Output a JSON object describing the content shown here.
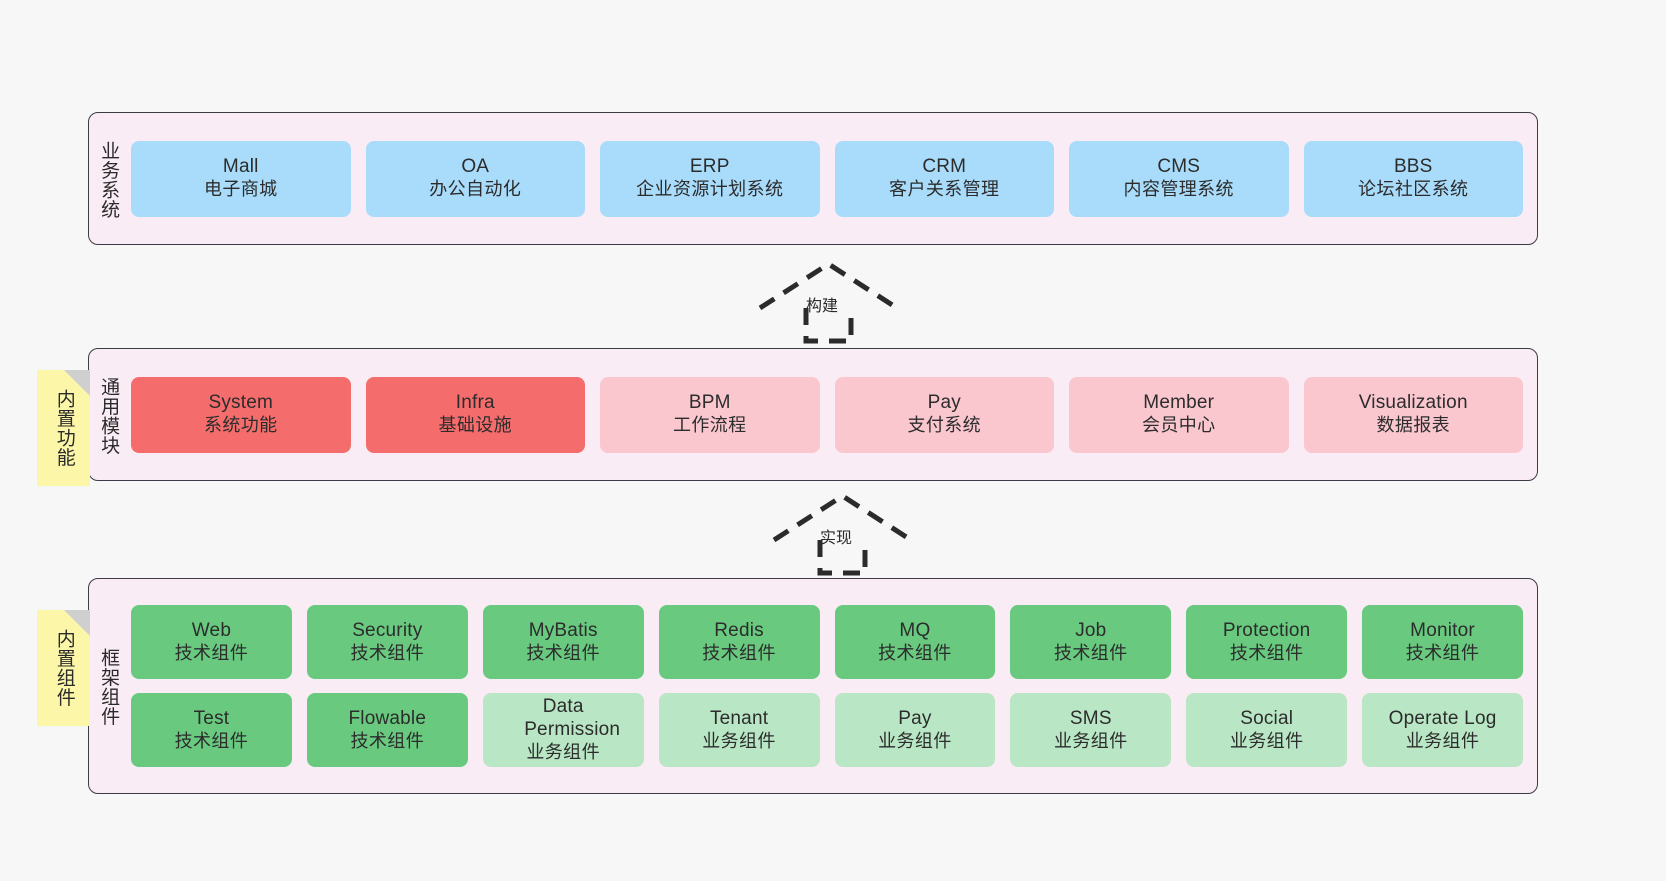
{
  "diagram": {
    "title": "",
    "colors": {
      "layer_bg": "#faecf4",
      "layer_border": "#3c3c46",
      "blue": "#a9dbfa",
      "red": "#f56c6c",
      "light_red": "#fac7cf",
      "green": "#68c97f",
      "light_green": "#b9e6c4",
      "note_yellow": "#fbf6a8",
      "note_fold": "#cfcfcf",
      "canvas_bg": "#f7f7f7"
    }
  },
  "layers": [
    {
      "id": "business-systems",
      "title": "业务系统",
      "rows": [
        {
          "cells": [
            {
              "en": "Mall",
              "cn": "电子商城",
              "color": "blue"
            },
            {
              "en": "OA",
              "cn": "办公自动化",
              "color": "blue"
            },
            {
              "en": "ERP",
              "cn": "企业资源计划系统",
              "color": "blue"
            },
            {
              "en": "CRM",
              "cn": "客户关系管理",
              "color": "blue"
            },
            {
              "en": "CMS",
              "cn": "内容管理系统",
              "color": "blue"
            },
            {
              "en": "BBS",
              "cn": "论坛社区系统",
              "color": "blue"
            }
          ]
        }
      ]
    },
    {
      "id": "common-modules",
      "title": "通用模块",
      "note": "内置功能",
      "rows": [
        {
          "cells": [
            {
              "en": "System",
              "cn": "系统功能",
              "color": "red"
            },
            {
              "en": "Infra",
              "cn": "基础设施",
              "color": "red"
            },
            {
              "en": "BPM",
              "cn": "工作流程",
              "color": "light_red"
            },
            {
              "en": "Pay",
              "cn": "支付系统",
              "color": "light_red"
            },
            {
              "en": "Member",
              "cn": "会员中心",
              "color": "light_red"
            },
            {
              "en": "Visualization",
              "cn": "数据报表",
              "color": "light_red"
            }
          ]
        }
      ]
    },
    {
      "id": "framework-components",
      "title": "框架组件",
      "note": "内置组件",
      "rows": [
        {
          "cells": [
            {
              "en": "Web",
              "cn": "技术组件",
              "color": "green"
            },
            {
              "en": "Security",
              "cn": "技术组件",
              "color": "green"
            },
            {
              "en": "MyBatis",
              "cn": "技术组件",
              "color": "green"
            },
            {
              "en": "Redis",
              "cn": "技术组件",
              "color": "green"
            },
            {
              "en": "MQ",
              "cn": "技术组件",
              "color": "green"
            },
            {
              "en": "Job",
              "cn": "技术组件",
              "color": "green"
            },
            {
              "en": "Protection",
              "cn": "技术组件",
              "color": "green"
            },
            {
              "en": "Monitor",
              "cn": "技术组件",
              "color": "green"
            }
          ]
        },
        {
          "cells": [
            {
              "en": "Test",
              "cn": "技术组件",
              "color": "green"
            },
            {
              "en": "Flowable",
              "cn": "技术组件",
              "color": "green"
            },
            {
              "en": "Data Permission",
              "cn": "业务组件",
              "color": "light_green"
            },
            {
              "en": "Tenant",
              "cn": "业务组件",
              "color": "light_green"
            },
            {
              "en": "Pay",
              "cn": "业务组件",
              "color": "light_green"
            },
            {
              "en": "SMS",
              "cn": "业务组件",
              "color": "light_green"
            },
            {
              "en": "Social",
              "cn": "业务组件",
              "color": "light_green"
            },
            {
              "en": "Operate Log",
              "cn": "业务组件",
              "color": "light_green"
            }
          ]
        }
      ]
    }
  ],
  "connectors": [
    {
      "id": "build",
      "label": "构建"
    },
    {
      "id": "implement",
      "label": "实现"
    }
  ]
}
